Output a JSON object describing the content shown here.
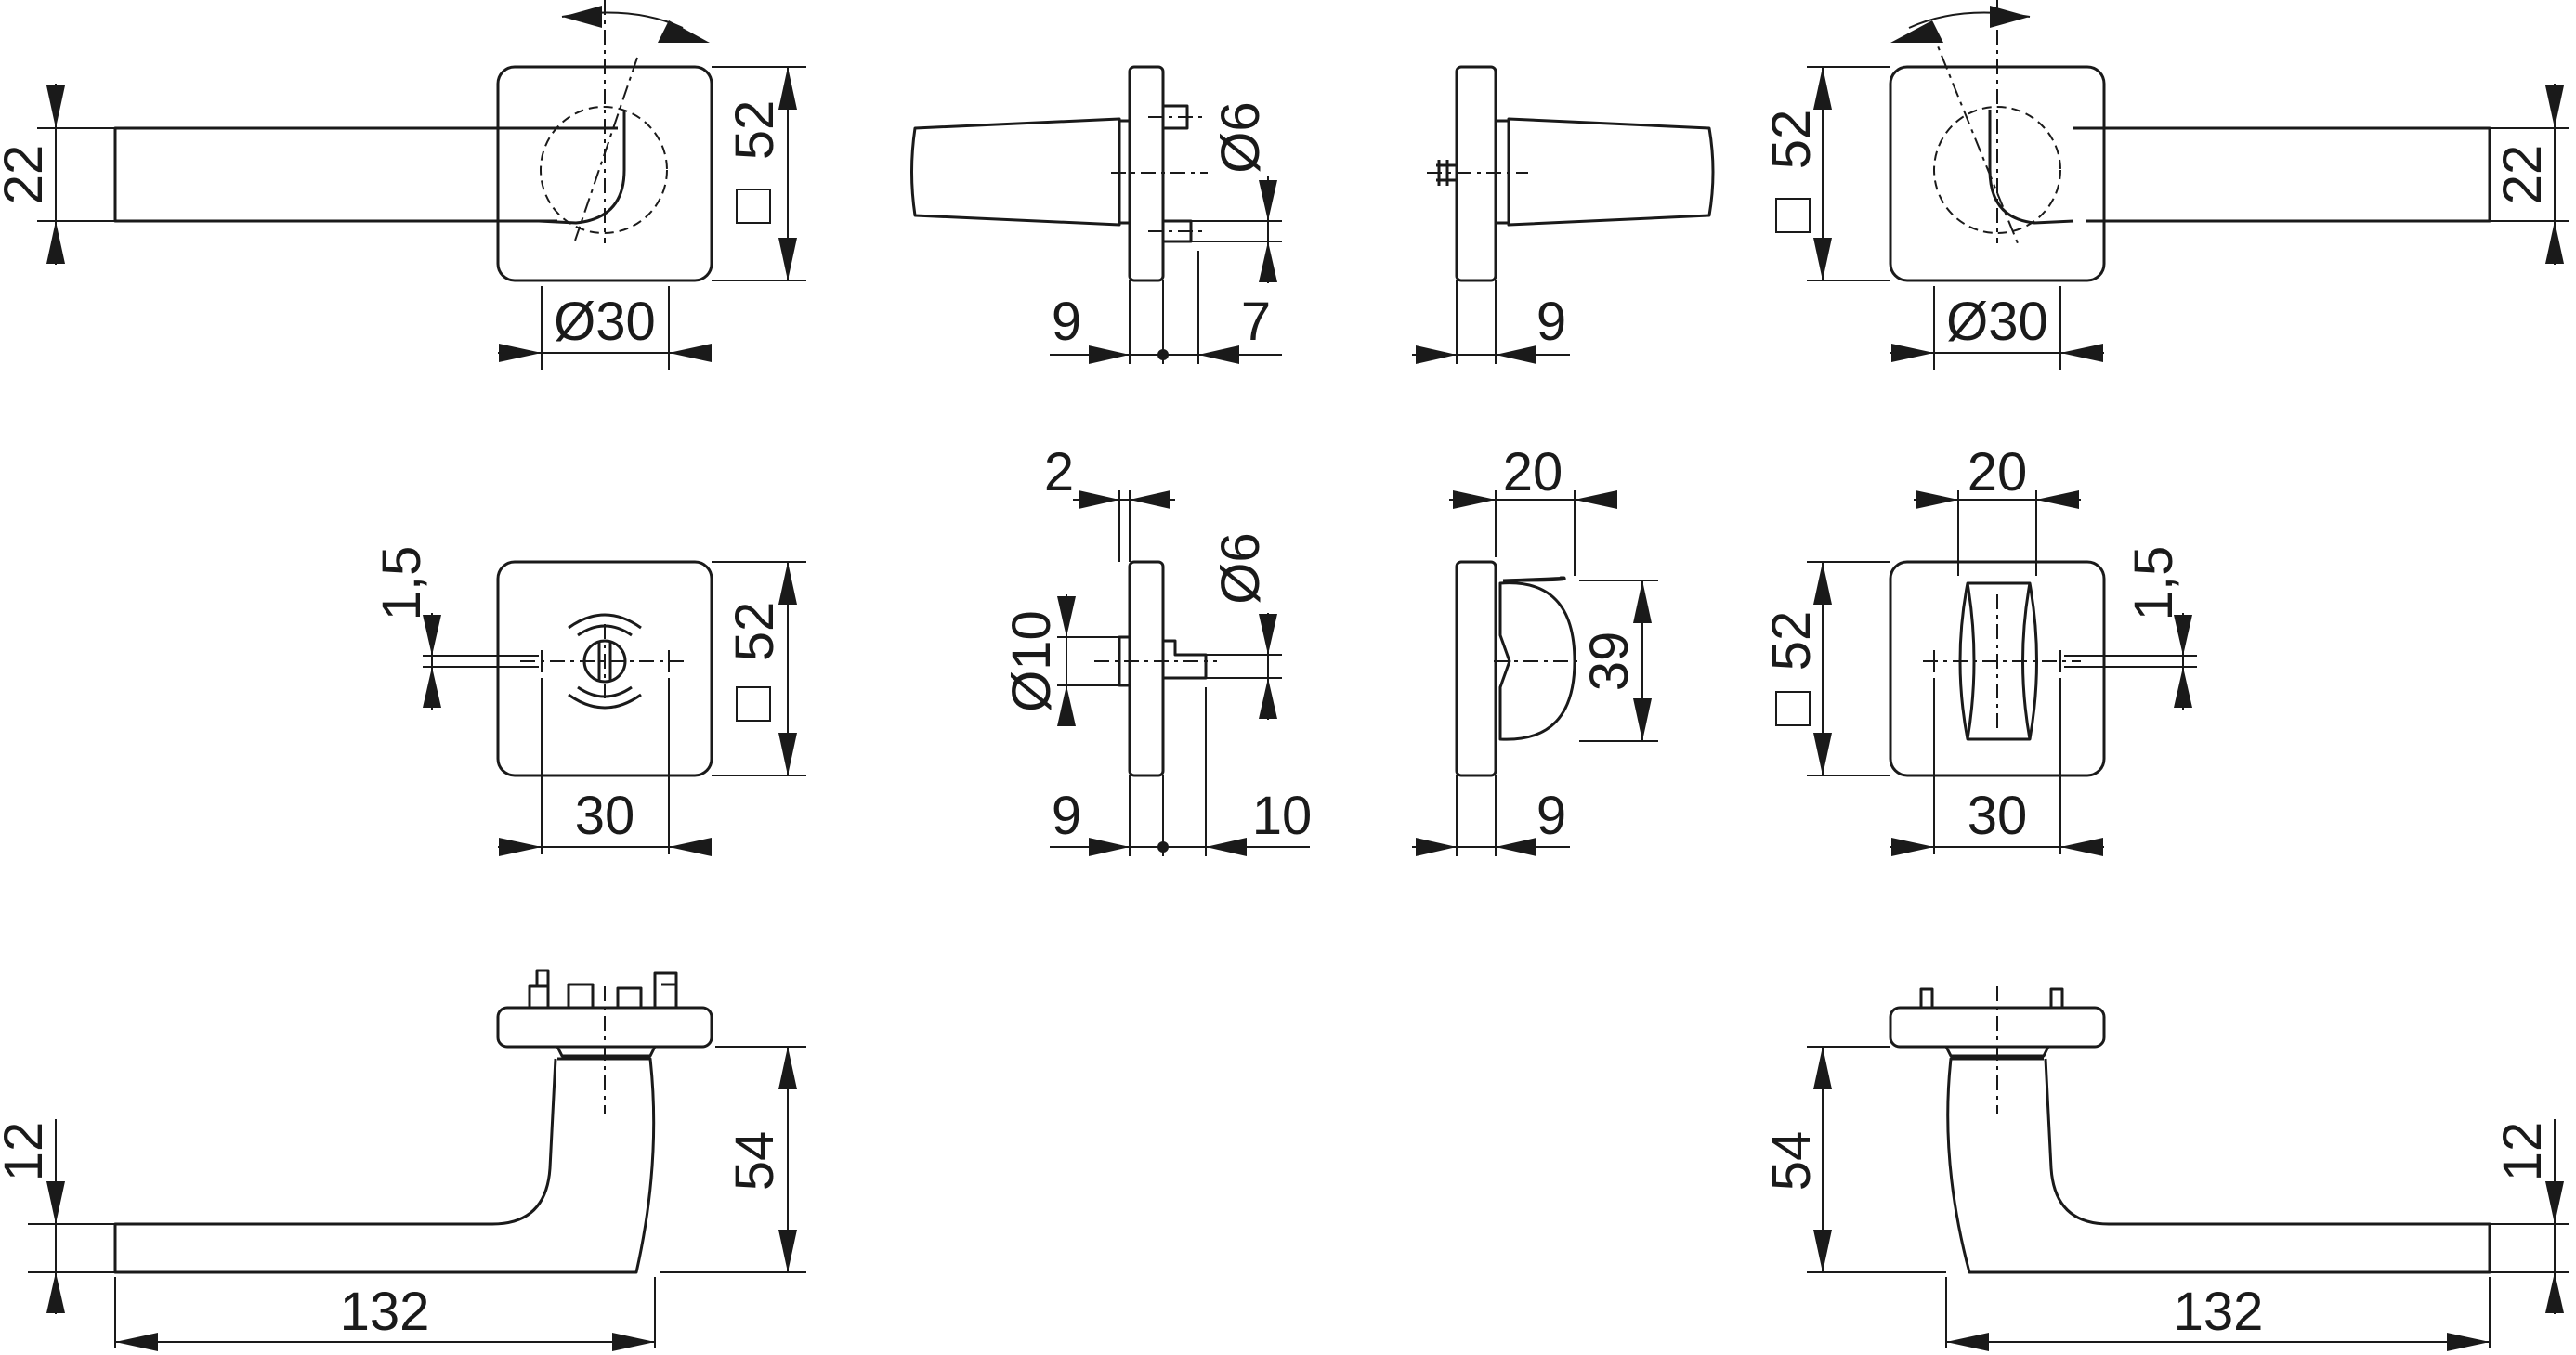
{
  "dimensions": {
    "v1_rose_height_upper": "22",
    "v1_rose_square": "52",
    "v1_spindle_diameter": "Ø30",
    "v2_offset_left": "9",
    "v2_pin_diameter": "Ø6",
    "v2_offset_right": "7",
    "v3_offset": "9",
    "v4_rose_square": "52",
    "v4_rose_height_upper": "22",
    "v4_spindle_diameter": "Ø30",
    "v5_key_gap": "1,5",
    "v5_rose_square": "52",
    "v5_hole_spacing": "30",
    "v6_thickness": "2",
    "v6_boss_diameter": "Ø10",
    "v6_pin_diameter": "Ø6",
    "v6_offset_left": "9",
    "v6_offset_right": "10",
    "v7_knob_width": "20",
    "v7_knob_height": "39",
    "v7_offset": "9",
    "v8_knob_width": "20",
    "v8_key_gap": "1,5",
    "v8_rose_square": "52",
    "v8_hole_spacing": "30",
    "v9_grip_height": "12",
    "v9_projection": "54",
    "v9_length": "132",
    "v10_projection": "54",
    "v10_grip_height": "12",
    "v10_length": "132"
  }
}
